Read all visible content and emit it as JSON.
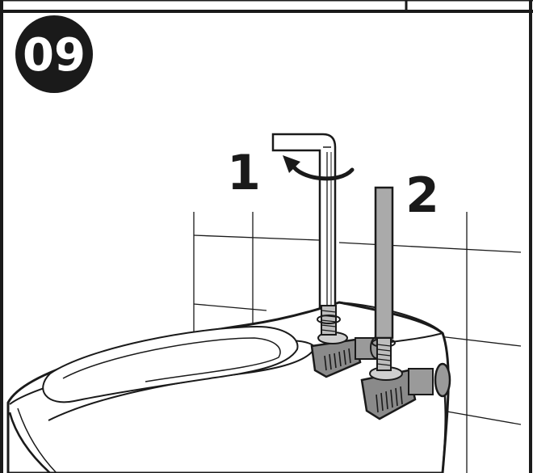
{
  "step": {
    "number": "09",
    "badge_color": "#1a1a1a",
    "text_color": "#ffffff"
  },
  "callouts": [
    {
      "id": "hex-key",
      "text": "1"
    },
    {
      "id": "threaded-rod",
      "text": "2"
    }
  ],
  "colors": {
    "outline": "#1a1a1a",
    "rod_fill": "#aaaaaa",
    "bracket_fill": "#8a8a8a",
    "paper": "#ffffff"
  }
}
